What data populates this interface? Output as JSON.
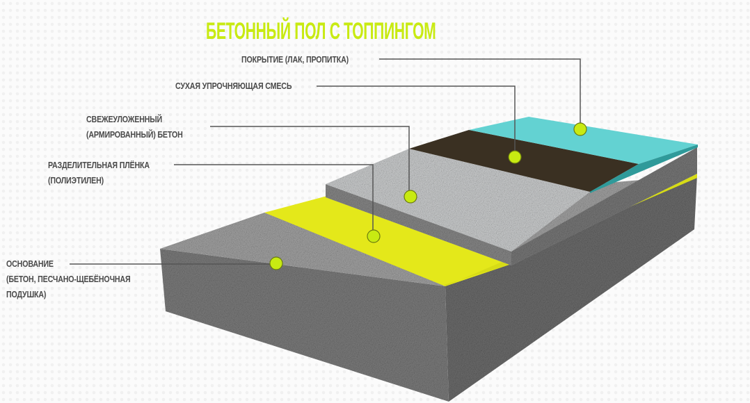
{
  "title": "БЕТОННЫЙ ПОЛ С ТОППИНГОМ",
  "labels": {
    "coating": "ПОКРЫТИЕ (ЛАК, ПРОПИТКА)",
    "dry_mix": "СУХАЯ УПРОЧНЯЮЩАЯ СМЕСЬ",
    "concrete_line1": "СВЕЖЕУЛОЖЕННЫЙ",
    "concrete_line2": "(АРМИРОВАННЫЙ) БЕТОН",
    "film_line1": "РАЗДЕЛИТЕЛЬНАЯ ПЛЁНКА",
    "film_line2": "(ПОЛИЭТИЛЕН)",
    "base_line1": "ОСНОВАНИЕ",
    "base_line2": "(БЕТОН, ПЕСЧАНО-ЩЕБЁНОЧНАЯ",
    "base_line3": "ПОДУШКА)"
  },
  "colors": {
    "accent": "#c8ea12",
    "coating": "#5fd0d0",
    "dry_mix": "#3a3022",
    "film": "#e4e81a",
    "concrete": "#c9cbcc",
    "base": "#8d8d8d"
  }
}
